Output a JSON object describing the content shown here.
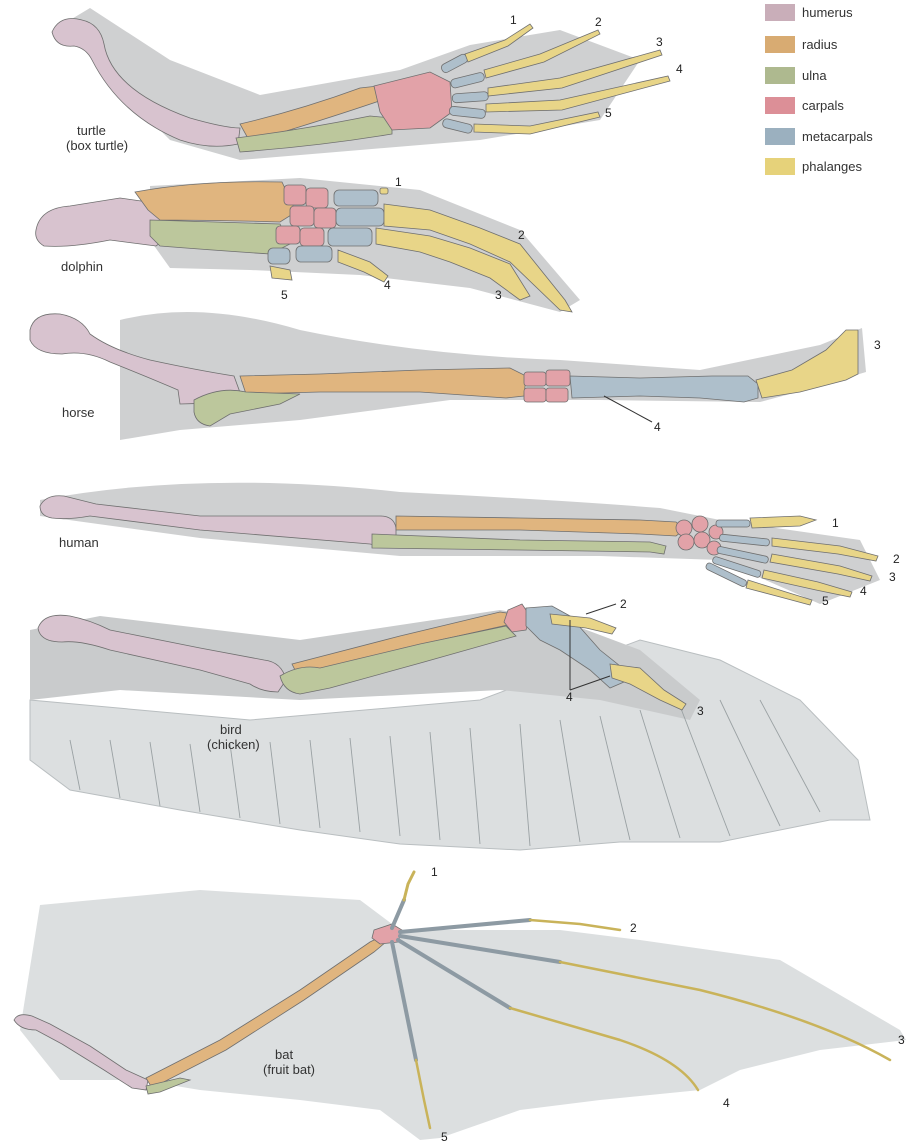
{
  "legend": [
    {
      "label": "humerus",
      "color": "#c9aeb9"
    },
    {
      "label": "radius",
      "color": "#d8ab72"
    },
    {
      "label": "ulna",
      "color": "#aeb98f"
    },
    {
      "label": "carpals",
      "color": "#dc8f97"
    },
    {
      "label": "metacarpals",
      "color": "#9bb0bf"
    },
    {
      "label": "phalanges",
      "color": "#e6d27a"
    }
  ],
  "colors": {
    "humerus": "#d8c3cf",
    "radius": "#e0b57f",
    "ulna": "#bcc79c",
    "carpals": "#e2a2a8",
    "metacarpals": "#aebfcb",
    "phalanges": "#e8d588",
    "shadow": "#c8c9ca",
    "wing": "#dcdfe0"
  },
  "animals": {
    "turtle": {
      "name": "turtle",
      "sub": "(box turtle)",
      "digits": [
        "1",
        "2",
        "3",
        "4",
        "5"
      ]
    },
    "dolphin": {
      "name": "dolphin",
      "digits": [
        "1",
        "2",
        "3",
        "4",
        "5"
      ]
    },
    "horse": {
      "name": "horse",
      "digits": [
        "3",
        "4"
      ]
    },
    "human": {
      "name": "human",
      "digits": [
        "1",
        "2",
        "3",
        "4",
        "5"
      ]
    },
    "bird": {
      "name": "bird",
      "sub": "(chicken)",
      "digits": [
        "2",
        "3",
        "4"
      ]
    },
    "bat": {
      "name": "bat",
      "sub": "(fruit bat)",
      "digits": [
        "1",
        "2",
        "3",
        "4",
        "5"
      ]
    }
  }
}
